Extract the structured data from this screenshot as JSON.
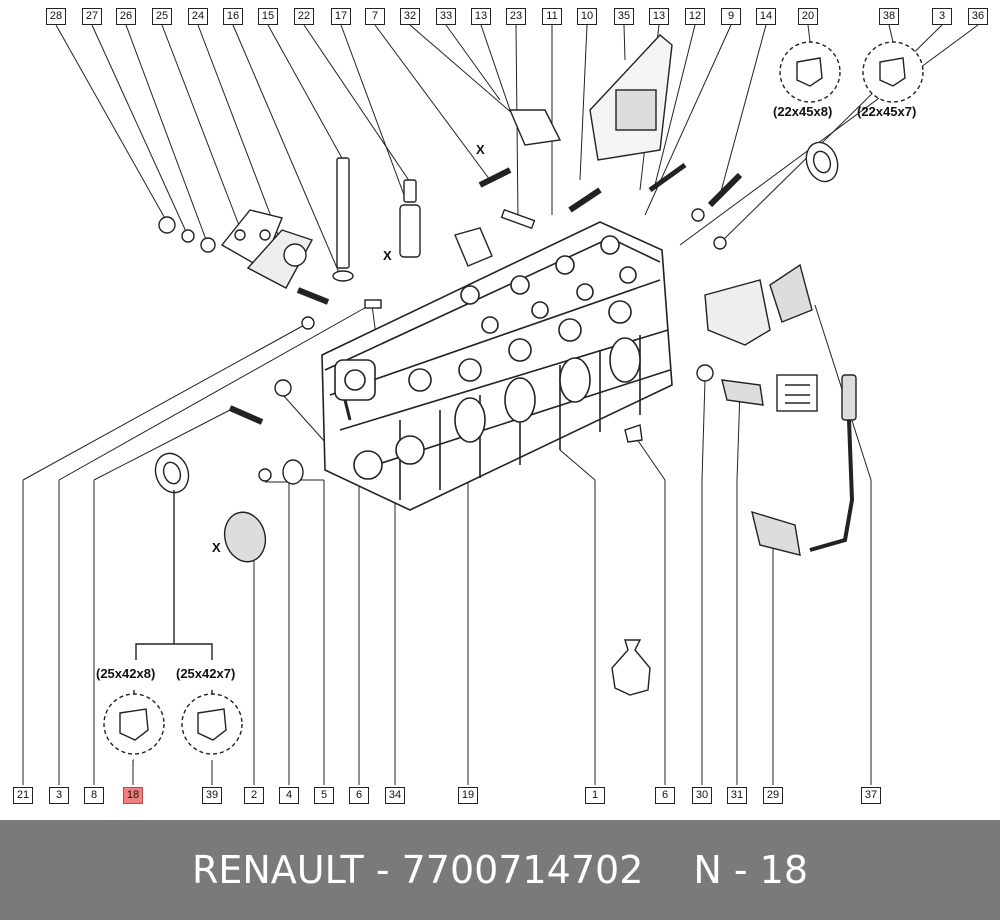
{
  "callouts_top": [
    "28",
    "27",
    "26",
    "25",
    "24",
    "16",
    "15",
    "22",
    "17",
    "7",
    "32",
    "33",
    "13",
    "23",
    "11",
    "10",
    "35",
    "13",
    "12",
    "9",
    "14",
    "20",
    "38",
    "3",
    "36"
  ],
  "callouts_bottom": [
    "21",
    "3",
    "8",
    "18",
    "39",
    "2",
    "4",
    "5",
    "6",
    "34",
    "19",
    "1",
    "6",
    "30",
    "31",
    "29",
    "37"
  ],
  "highlighted_callout": "18",
  "seal_sizes_top": [
    "(22x45x8)",
    "(22x45x7)"
  ],
  "seal_sizes_bottom": [
    "(25x42x8)",
    "(25x42x7)"
  ],
  "dimension_marker": "X",
  "footer": {
    "brand": "RENAULT - 7700714702",
    "ref": "N - 18"
  },
  "colors": {
    "footer_bg": "#7a7a7a",
    "highlight": "#f08080"
  }
}
